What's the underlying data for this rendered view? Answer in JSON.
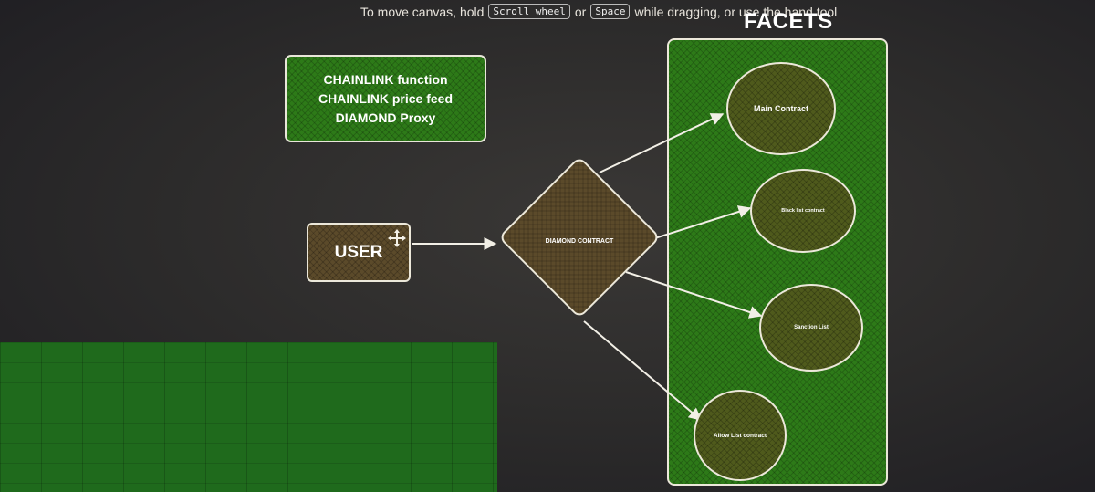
{
  "hint": {
    "prefix": "To move canvas, hold",
    "key1": "Scroll wheel",
    "middle": "or",
    "key2": "Space",
    "suffix": "while dragging, or use the hand tool"
  },
  "info_box": {
    "lines": [
      "CHAINLINK function",
      "CHAINLINK price feed",
      "DIAMOND Proxy"
    ]
  },
  "user": {
    "label": "USER"
  },
  "diamond": {
    "label": "DIAMOND CONTRACT"
  },
  "facets": {
    "title": "FACETS",
    "items": [
      "Main Contract",
      "Black list contract",
      "Sanction List",
      "Allow List contract"
    ]
  },
  "colors": {
    "container_green": "#2d7a18",
    "diamond_brown": "#5b4a2a",
    "facet_olive": "#4f5a1c",
    "stroke": "#ece8da",
    "background": "#2b2a2a"
  },
  "icons": {
    "move": "move-arrows-icon"
  }
}
